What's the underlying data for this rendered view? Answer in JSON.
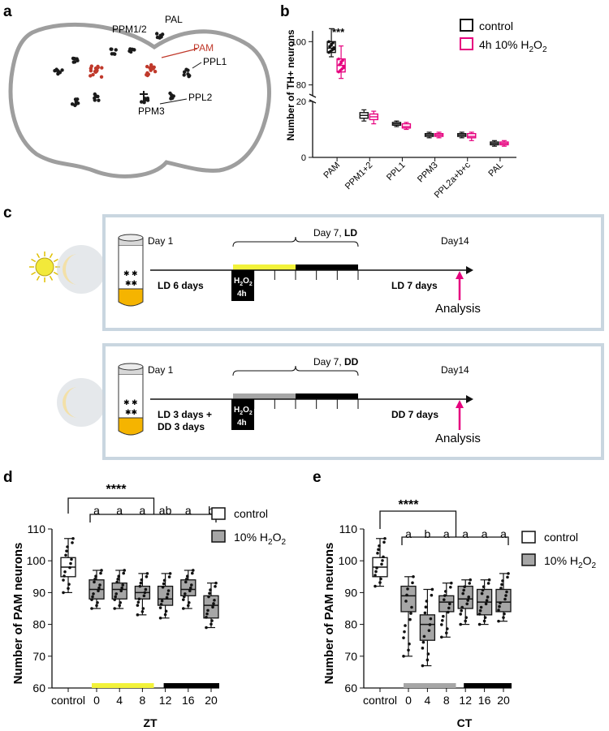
{
  "panels": {
    "a": "a",
    "b": "b",
    "c": "c",
    "d": "d",
    "e": "e"
  },
  "panel_a": {
    "labels": {
      "ppm12": "PPM1/2",
      "pal": "PAL",
      "pam": "PAM",
      "ppl1": "PPL1",
      "ppl2": "PPL2",
      "ppm3": "PPM3"
    },
    "colors": {
      "pam": "#c0392b",
      "outline": "#999999",
      "neurons": "#1a1a1a"
    }
  },
  "panel_c": {
    "top": {
      "day1": "Day 1",
      "day7_prefix": "Day 7, ",
      "day7_bold": "LD",
      "day14": "Day14",
      "left_phase": "LD 6 days",
      "right_phase": "LD 7 days",
      "treat_line1": "H",
      "treat_sub": "2",
      "treat_mid": "O",
      "treat_sub2": "2",
      "treat_line2": "4h",
      "analysis": "Analysis",
      "bar_light_color": "#f2f23a"
    },
    "bottom": {
      "day1": "Day 1",
      "day7_prefix": "Day 7, ",
      "day7_bold": "DD",
      "day14": "Day14",
      "left_phase_1": "LD 3 days +",
      "left_phase_2": "DD 3 days",
      "right_phase": "DD 7 days",
      "treat_line2": "4h",
      "analysis": "Analysis",
      "bar_light_color": "#a6a6a6"
    },
    "arrow_color": "#e6007e"
  },
  "chart_data": [
    {
      "panel": "b",
      "type": "box",
      "ylabel": "Number of TH+ neurons",
      "categories": [
        "PAM",
        "PPM1+2",
        "PPL1",
        "PPM3",
        "PPL2a+b+c",
        "PAL"
      ],
      "axis_break": {
        "lower": [
          0,
          20
        ],
        "upper": [
          75,
          105
        ]
      },
      "yticks": [
        0,
        20,
        80,
        100
      ],
      "legend": {
        "placement": "top-right",
        "entries": [
          "control",
          "4h 10% H2O2"
        ]
      },
      "significance": {
        "category": "PAM",
        "text": "***"
      },
      "series": [
        {
          "name": "control",
          "color": "#111111",
          "boxes": [
            {
              "min": 93,
              "q1": 95,
              "median": 97,
              "q3": 100,
              "max": 106
            },
            {
              "min": 13,
              "q1": 14,
              "median": 15,
              "q3": 16,
              "max": 17
            },
            {
              "min": 11,
              "q1": 11.5,
              "median": 12,
              "q3": 12.5,
              "max": 13
            },
            {
              "min": 7,
              "q1": 7.5,
              "median": 8,
              "q3": 8.5,
              "max": 9
            },
            {
              "min": 7,
              "q1": 7.5,
              "median": 8,
              "q3": 8.5,
              "max": 9
            },
            {
              "min": 4,
              "q1": 4.5,
              "median": 5,
              "q3": 5.5,
              "max": 6
            }
          ]
        },
        {
          "name": "4h 10% H2O2",
          "color": "#e6007e",
          "boxes": [
            {
              "min": 83,
              "q1": 86,
              "median": 89,
              "q3": 92,
              "max": 98
            },
            {
              "min": 12,
              "q1": 13.5,
              "median": 14.5,
              "q3": 15.5,
              "max": 16.5
            },
            {
              "min": 10,
              "q1": 10.5,
              "median": 11,
              "q3": 12,
              "max": 12.5
            },
            {
              "min": 7,
              "q1": 7.5,
              "median": 8,
              "q3": 8.5,
              "max": 9
            },
            {
              "min": 6,
              "q1": 7,
              "median": 7.5,
              "q3": 8.5,
              "max": 9
            },
            {
              "min": 4,
              "q1": 4.5,
              "median": 5,
              "q3": 5.5,
              "max": 6
            }
          ]
        }
      ]
    },
    {
      "panel": "d",
      "type": "box",
      "ylabel": "Number of PAM neurons",
      "xlabel": "ZT",
      "ylim": [
        60,
        110
      ],
      "yticks": [
        60,
        70,
        80,
        90,
        100,
        110
      ],
      "categories": [
        "control",
        "0",
        "4",
        "8",
        "12",
        "16",
        "20"
      ],
      "legend": {
        "placement": "right",
        "entries": [
          "control",
          "10% H2O2"
        ]
      },
      "significance": "****",
      "letters": [
        "",
        "a",
        "a",
        "a",
        "ab",
        "a",
        "b"
      ],
      "time_bar": {
        "light_color": "#f2f23a",
        "dark_color": "#000000"
      },
      "boxes": [
        {
          "min": 90,
          "q1": 95,
          "median": 98,
          "q3": 101,
          "max": 107,
          "fill": "#ffffff"
        },
        {
          "min": 85,
          "q1": 88,
          "median": 91,
          "q3": 94,
          "max": 97,
          "fill": "#a6a6a6"
        },
        {
          "min": 85,
          "q1": 88,
          "median": 91,
          "q3": 93,
          "max": 97,
          "fill": "#a6a6a6"
        },
        {
          "min": 83,
          "q1": 88,
          "median": 90,
          "q3": 92,
          "max": 96,
          "fill": "#a6a6a6"
        },
        {
          "min": 82,
          "q1": 86,
          "median": 88,
          "q3": 92,
          "max": 96,
          "fill": "#a6a6a6"
        },
        {
          "min": 85,
          "q1": 89,
          "median": 91,
          "q3": 94,
          "max": 97,
          "fill": "#a6a6a6"
        },
        {
          "min": 79,
          "q1": 82,
          "median": 86,
          "q3": 89,
          "max": 93,
          "fill": "#a6a6a6"
        }
      ]
    },
    {
      "panel": "e",
      "type": "box",
      "ylabel": "Number of PAM neurons",
      "xlabel": "CT",
      "ylim": [
        60,
        110
      ],
      "yticks": [
        60,
        70,
        80,
        90,
        100,
        110
      ],
      "categories": [
        "control",
        "0",
        "4",
        "8",
        "12",
        "16",
        "20"
      ],
      "legend": {
        "placement": "right",
        "entries": [
          "control",
          "10% H2O2"
        ]
      },
      "significance": "****",
      "letters": [
        "",
        "a",
        "b",
        "a",
        "a",
        "a",
        "a"
      ],
      "time_bar": {
        "light_color": "#a6a6a6",
        "dark_color": "#000000"
      },
      "boxes": [
        {
          "min": 92,
          "q1": 95,
          "median": 98,
          "q3": 101,
          "max": 107,
          "fill": "#ffffff"
        },
        {
          "min": 70,
          "q1": 84,
          "median": 89,
          "q3": 92,
          "max": 95,
          "fill": "#a6a6a6"
        },
        {
          "min": 67,
          "q1": 75,
          "median": 80,
          "q3": 83,
          "max": 91,
          "fill": "#a6a6a6"
        },
        {
          "min": 76,
          "q1": 84,
          "median": 87,
          "q3": 89,
          "max": 93,
          "fill": "#a6a6a6"
        },
        {
          "min": 80,
          "q1": 85,
          "median": 88,
          "q3": 92,
          "max": 94,
          "fill": "#a6a6a6"
        },
        {
          "min": 80,
          "q1": 83,
          "median": 87,
          "q3": 91,
          "max": 94,
          "fill": "#a6a6a6"
        },
        {
          "min": 81,
          "q1": 84,
          "median": 87,
          "q3": 91,
          "max": 96,
          "fill": "#a6a6a6"
        }
      ]
    }
  ]
}
